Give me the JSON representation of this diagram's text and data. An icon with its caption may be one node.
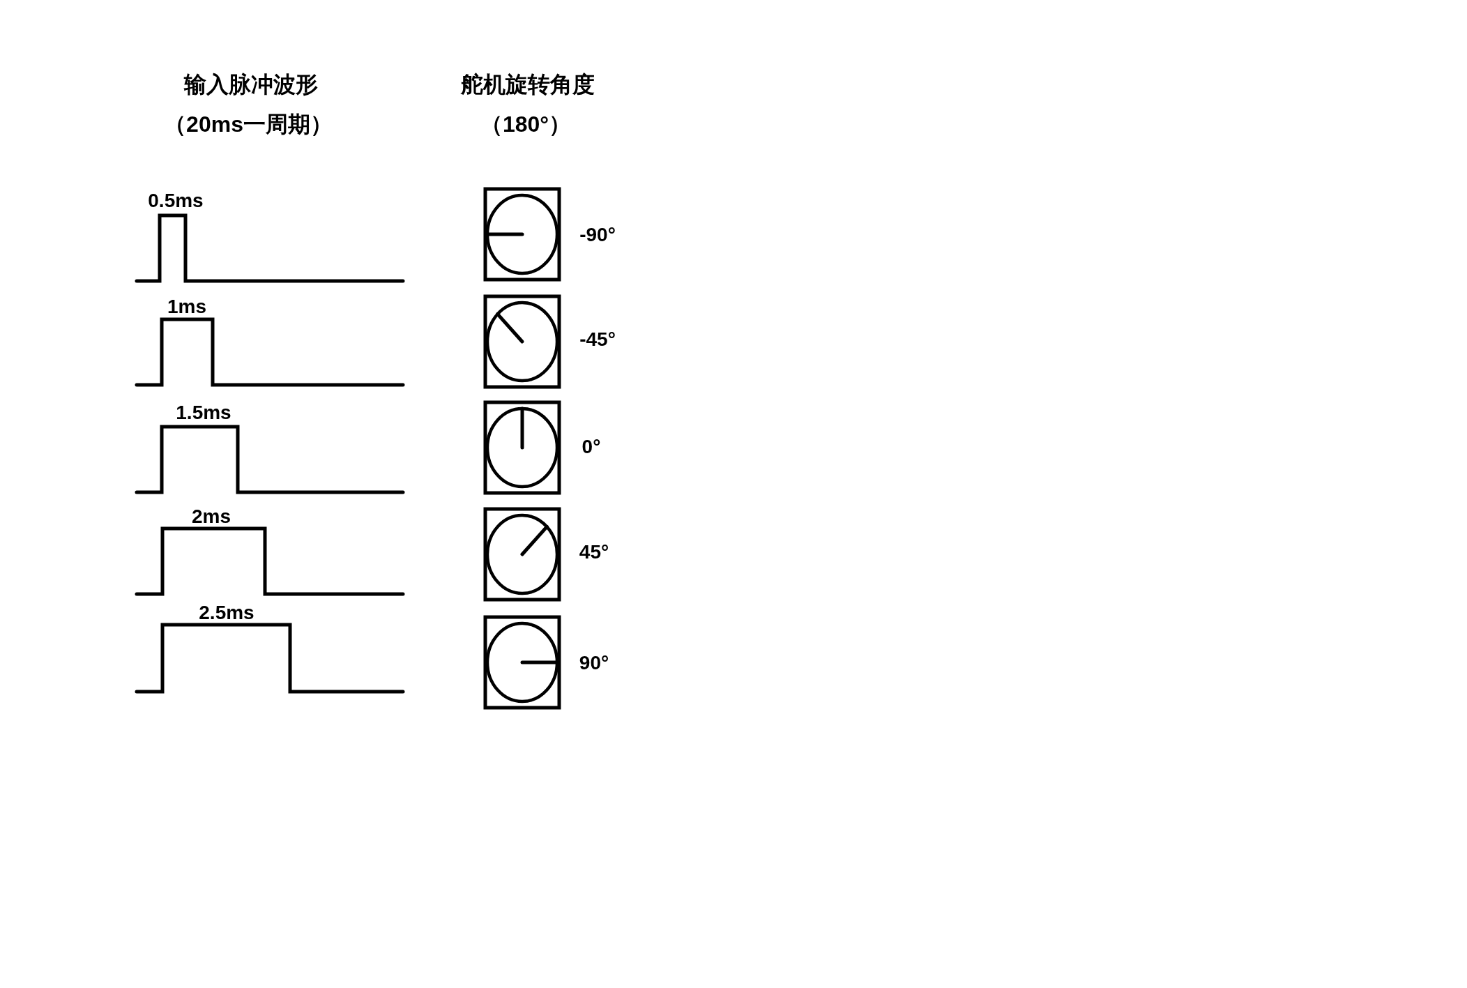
{
  "diagram": {
    "labels": [
      "输入脉冲波形",
      "舵机旋转角度",
      "（20ms一周期）",
      "（180°）",
      "0.5ms",
      "-90°",
      "1ms",
      "-45°",
      "1.5ms",
      "0°",
      "2ms",
      "45°",
      "2.5ms",
      "90°"
    ]
  }
}
